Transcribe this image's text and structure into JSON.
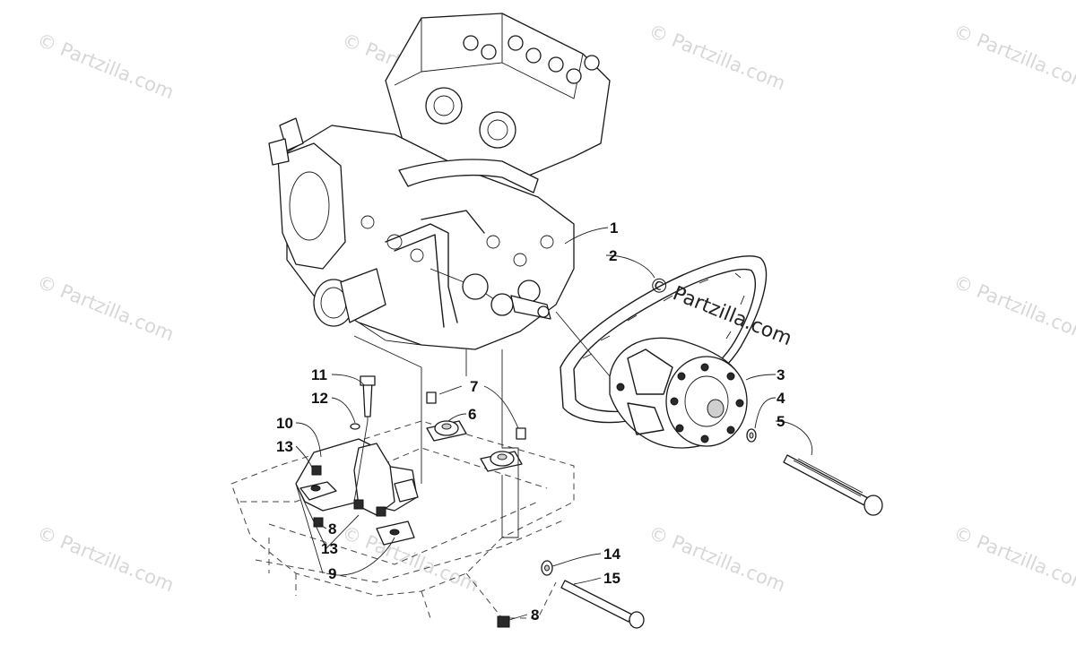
{
  "watermark": {
    "text": "© Partzilla.com",
    "center_text": "© Partzilla.com"
  },
  "callouts": [
    {
      "id": "c1",
      "label": "1"
    },
    {
      "id": "c2",
      "label": "2"
    },
    {
      "id": "c3",
      "label": "3"
    },
    {
      "id": "c4",
      "label": "4"
    },
    {
      "id": "c5",
      "label": "5"
    },
    {
      "id": "c6",
      "label": "6"
    },
    {
      "id": "c7",
      "label": "7"
    },
    {
      "id": "c8a",
      "label": "8"
    },
    {
      "id": "c8b",
      "label": "8"
    },
    {
      "id": "c9",
      "label": "9"
    },
    {
      "id": "c10",
      "label": "10"
    },
    {
      "id": "c11",
      "label": "11"
    },
    {
      "id": "c12",
      "label": "12"
    },
    {
      "id": "c13a",
      "label": "13"
    },
    {
      "id": "c13b",
      "label": "13"
    },
    {
      "id": "c14",
      "label": "14"
    },
    {
      "id": "c15",
      "label": "15"
    }
  ]
}
